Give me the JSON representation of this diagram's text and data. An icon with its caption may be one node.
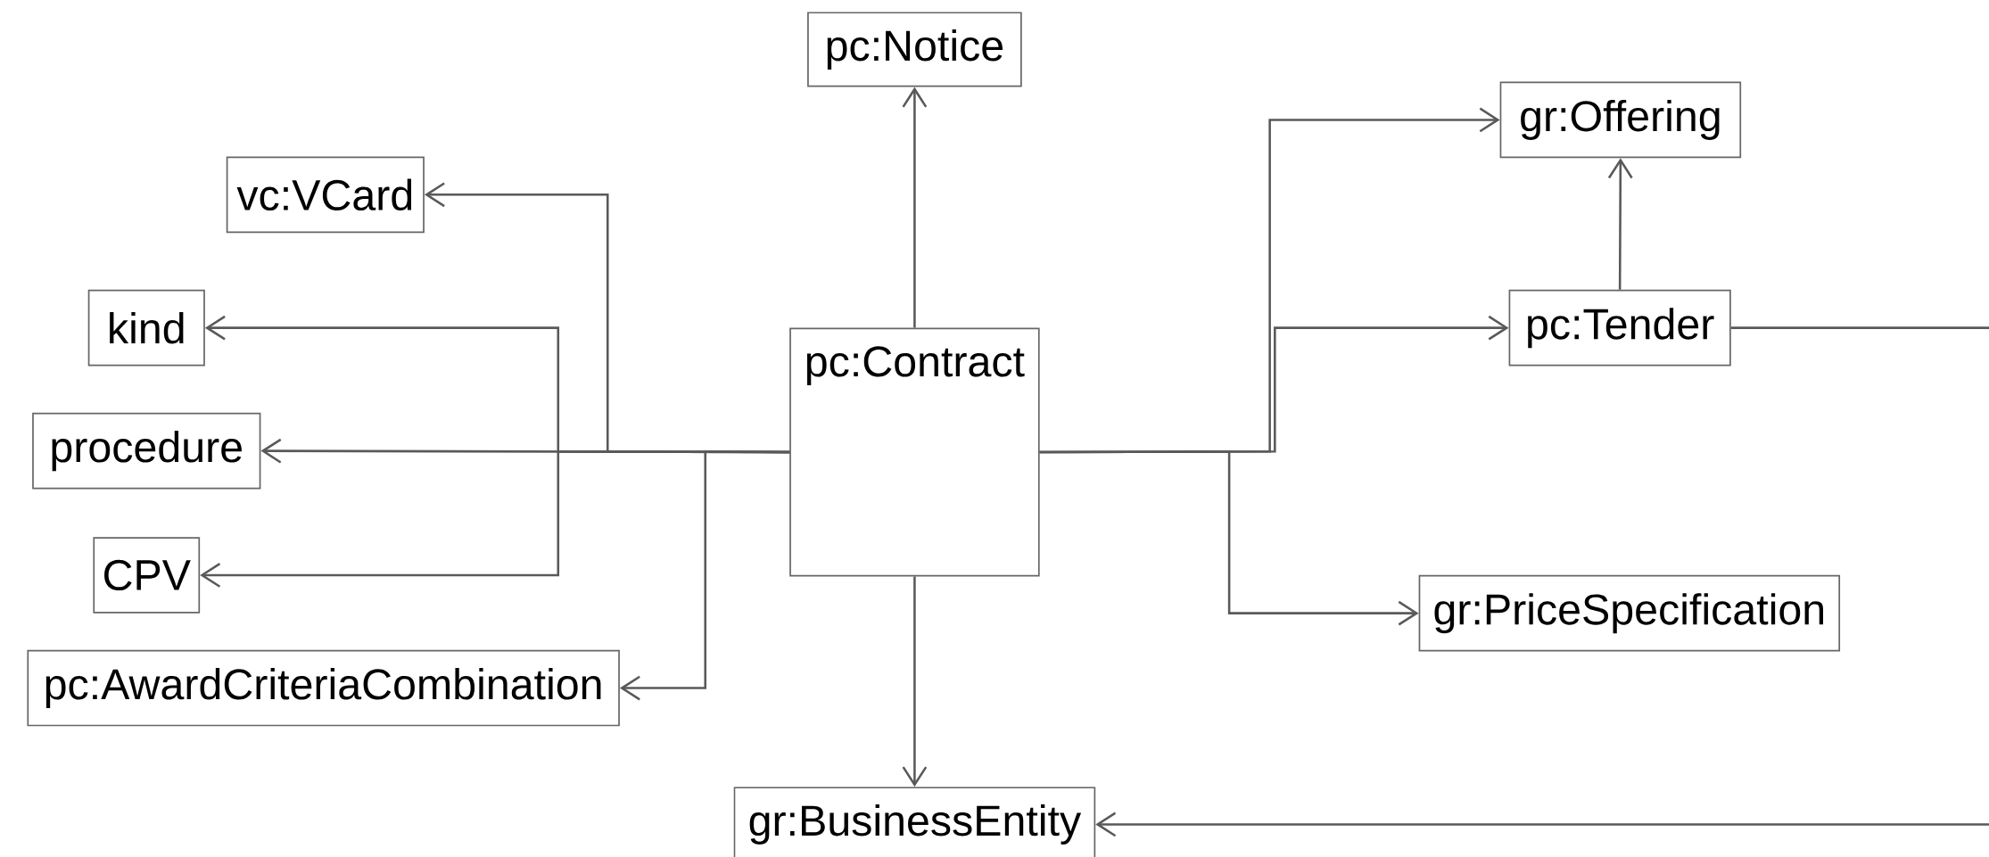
{
  "diagram": {
    "nodes": [
      {
        "text": [
          "pc:Notice"
        ]
      },
      {
        "text": [
          "vc:VCard"
        ]
      },
      {
        "text": [
          "kind"
        ]
      },
      {
        "text": [
          "procedure"
        ]
      },
      {
        "text": [
          "CPV"
        ]
      },
      {
        "text": [
          "pc:AwardCriteriaCombination"
        ]
      },
      {
        "text": [
          "pc:Contract"
        ]
      },
      {
        "text": [
          "gr:Offering"
        ]
      },
      {
        "text": [
          "pc:Tender"
        ]
      },
      {
        "text": [
          "gr:PriceSpecification"
        ]
      },
      {
        "text": [
          "gr:BusinessEntity"
        ]
      }
    ],
    "edges": [
      {
        "from": 6,
        "to": 0,
        "arrow": "to"
      },
      {
        "from": 6,
        "to": 1,
        "arrow": "to"
      },
      {
        "from": 6,
        "to": 2,
        "arrow": "to"
      },
      {
        "from": 6,
        "to": 3,
        "arrow": "to"
      },
      {
        "from": 6,
        "to": 4,
        "arrow": "to"
      },
      {
        "from": 6,
        "to": 5,
        "arrow": "to"
      },
      {
        "from": 6,
        "to": 7,
        "arrow": "to"
      },
      {
        "from": 6,
        "to": 8,
        "arrow": "to"
      },
      {
        "from": 6,
        "to": 9,
        "arrow": "to"
      },
      {
        "from": 6,
        "to": 10,
        "arrow": "to"
      },
      {
        "from": 8,
        "to": 7,
        "arrow": "to"
      },
      {
        "from": 8,
        "to": 10,
        "arrow": "to"
      }
    ]
  }
}
